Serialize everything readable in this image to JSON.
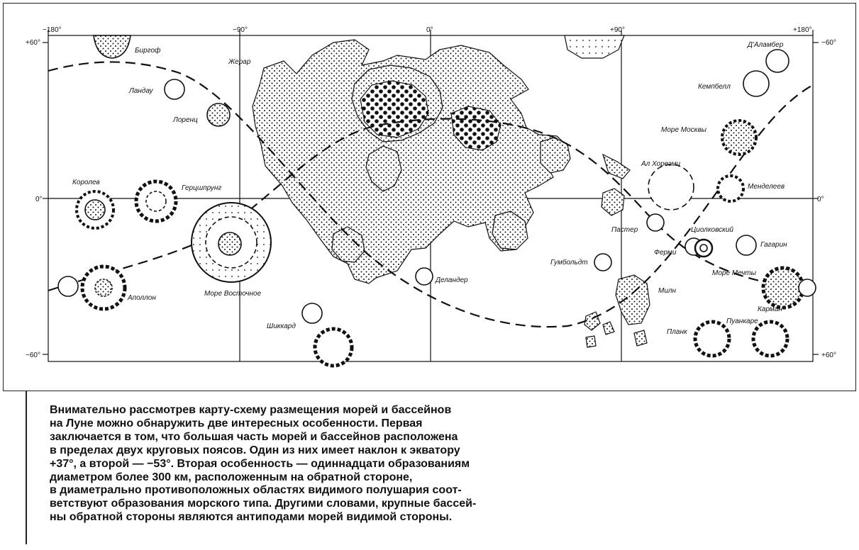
{
  "map": {
    "lon_labels": [
      "−180°",
      "−90°",
      "0°",
      "+90°",
      "+180°"
    ],
    "lat_labels_left": [
      "+60°",
      "0°",
      "−60°"
    ],
    "lat_labels_right": [
      "−60°",
      "0°",
      "+60°"
    ],
    "features": {
      "birgof": "Биргоф",
      "zherar": "Жерар",
      "landau": "Ландау",
      "lorenz": "Лоренц",
      "korolev": "Королев",
      "gertsshprung": "Герцшпрунг",
      "apollon": "Аполлон",
      "more_vostochnoe": "Море Восточное",
      "shikkard": "Шиккард",
      "delander": "Деландер",
      "gumboldt": "Гумбольдт",
      "dalamber": "Д'Аламбер",
      "kempbell": "Кемпбелл",
      "more_moskvy": "Море Москвы",
      "al_horezmi": "Ал Хорезми",
      "mendeleev": "Менделеев",
      "paster": "Пастер",
      "tsiolkovsky": "Циолковский",
      "fermi": "Ферми",
      "gagarin": "Гагарин",
      "more_mechty": "Море Мечты",
      "miln": "Милн",
      "karman": "Карман",
      "puankare": "Пуанкаре",
      "plank": "Планк"
    }
  },
  "caption": {
    "lines": [
      "Внимательно рассмотрев карту-схему размещения морей и бассейнов",
      "на Луне можно обнаружить две интересных особенности. Первая",
      "заключается в том, что большая часть морей и бассейнов расположена",
      "в пределах двух круговых поясов. Один из них имеет наклон к экватору",
      "+37°, а второй — −53°. Вторая особенность — одиннадцати образованиям",
      "диаметром более 300 км, расположенным на обратной стороне,",
      "в диаметрально противоположных областях видимого полушария соот-",
      "ветствуют образования морского типа. Другими словами, крупные бассей-",
      "ны обратной стороны являются антиподами морей видимой стороны."
    ]
  }
}
